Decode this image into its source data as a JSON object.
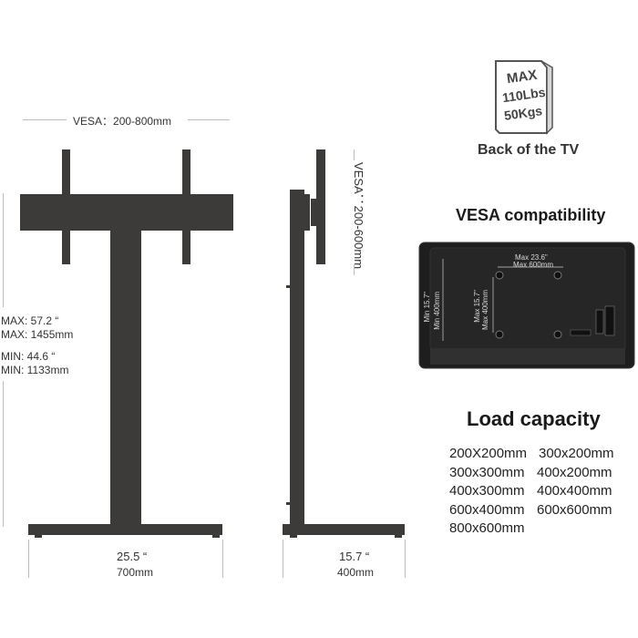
{
  "front_view": {
    "vesa_width_label": "VESA：200-800mm",
    "height_max_in": "MAX: 57.2 “",
    "height_max_mm": "MAX: 1455mm",
    "height_min_in": "MIN: 44.6 “",
    "height_min_mm": "MIN: 1133mm",
    "base_width_in": "25.5 “",
    "base_width_mm": "700mm"
  },
  "side_view": {
    "vesa_height_label": "VESA：200-600mm",
    "base_depth_in": "15.7 “",
    "base_depth_mm": "400mm"
  },
  "badge": {
    "line1": "MAX",
    "line2": "110Lbs",
    "line3": "50Kgs",
    "caption": "Back of the TV"
  },
  "vesa_section": {
    "title": "VESA compatibility",
    "tv_labels": {
      "max_w_in": "Max 23.6\"",
      "max_w_mm": "Max 600mm",
      "min_h_in": "Min 15.7\"",
      "min_h_mm": "Min 400mm",
      "max_h_in": "Max 15.7\"",
      "max_h_mm": "Max 400mm"
    }
  },
  "load_section": {
    "title": "Load capacity",
    "sizes": [
      [
        "200X200mm",
        "300x200mm"
      ],
      [
        "300x300mm",
        "400x200mm"
      ],
      [
        "400x300mm",
        "400x400mm"
      ],
      [
        "600x400mm",
        "600x600mm"
      ],
      [
        "800x600mm",
        ""
      ]
    ]
  },
  "colors": {
    "stand": "#3d3b3a",
    "tv_body": "#1e1e1e",
    "dimension_line": "#bdbdbd"
  }
}
